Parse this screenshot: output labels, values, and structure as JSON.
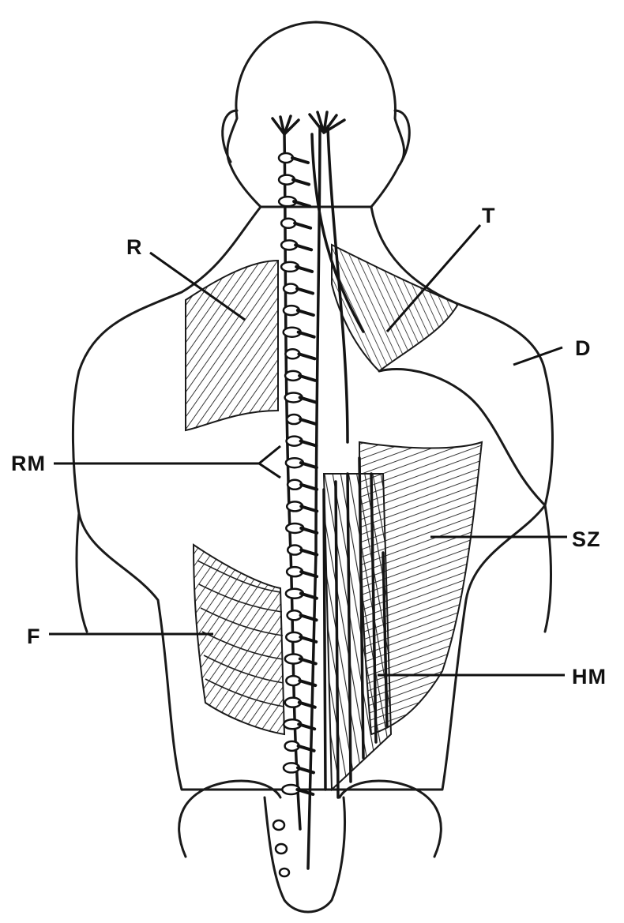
{
  "labels": {
    "R": "R",
    "T": "T",
    "D": "D",
    "RM": "RM",
    "SZ": "SZ",
    "F": "F",
    "HM": "HM"
  },
  "colors": {
    "ink": "#111111",
    "background": "#ffffff",
    "skin_shade": "#f1f1f1"
  }
}
